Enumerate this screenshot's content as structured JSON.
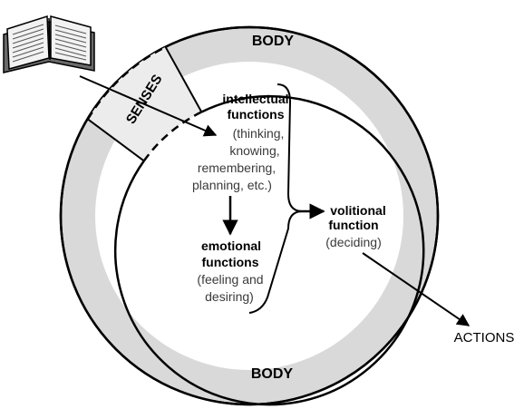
{
  "colors": {
    "ring_fill": "#d9d9d9",
    "ink": "#000000",
    "background": "#ffffff"
  },
  "labels": {
    "body_top": "BODY",
    "body_bottom": "BODY",
    "senses": "SENSES",
    "actions": "ACTIONS"
  },
  "intellectual": {
    "title": [
      "intellectual",
      "functions"
    ],
    "detail": [
      "(thinking,",
      "knowing,",
      "remembering,",
      "planning, etc.)"
    ]
  },
  "emotional": {
    "title": [
      "emotional",
      "functions"
    ],
    "detail": [
      "(feeling and",
      "desiring)"
    ]
  },
  "volitional": {
    "title": [
      "volitional",
      "function"
    ],
    "detail": [
      "(deciding)"
    ]
  },
  "icons": {
    "book": "open-book-icon"
  }
}
